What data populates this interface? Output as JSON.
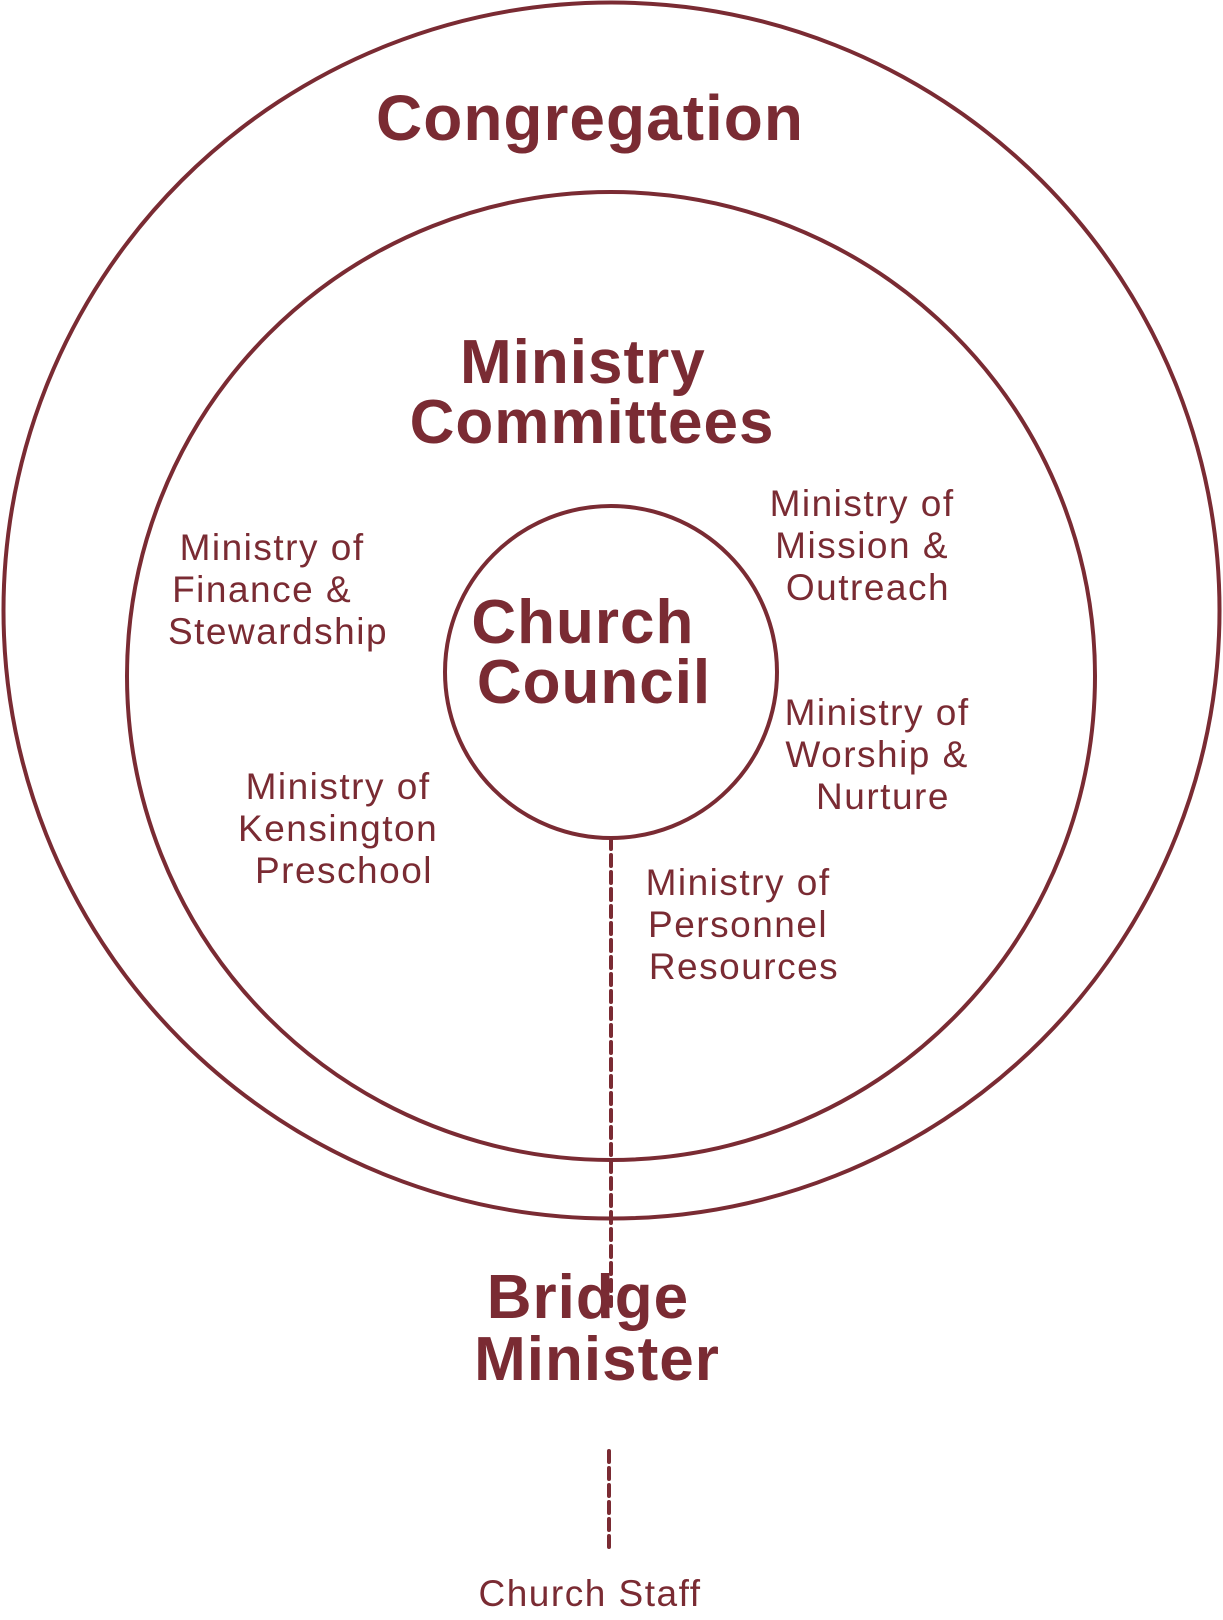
{
  "colors": {
    "primary": "#7a2b33",
    "background": "#ffffff"
  },
  "outer_ring": {
    "label": "Congregation"
  },
  "middle_ring": {
    "title_lines": [
      "Ministry",
      "Committees"
    ],
    "committees": [
      {
        "id": "finance",
        "lines": [
          "Ministry of",
          "Finance &",
          "Stewardship"
        ]
      },
      {
        "id": "mission",
        "lines": [
          "Ministry of",
          "Mission &",
          "Outreach"
        ]
      },
      {
        "id": "worship",
        "lines": [
          "Ministry of",
          "Worship &",
          "Nurture"
        ]
      },
      {
        "id": "kensington",
        "lines": [
          "Ministry of",
          "Kensington",
          "Preschool"
        ]
      },
      {
        "id": "personnel",
        "lines": [
          "Ministry of",
          "Personnel",
          "Resources"
        ]
      }
    ]
  },
  "center": {
    "lines": [
      "Church",
      "Council"
    ]
  },
  "below": {
    "minister_lines": [
      "Bridge",
      "Minister"
    ],
    "staff": "Church Staff"
  }
}
